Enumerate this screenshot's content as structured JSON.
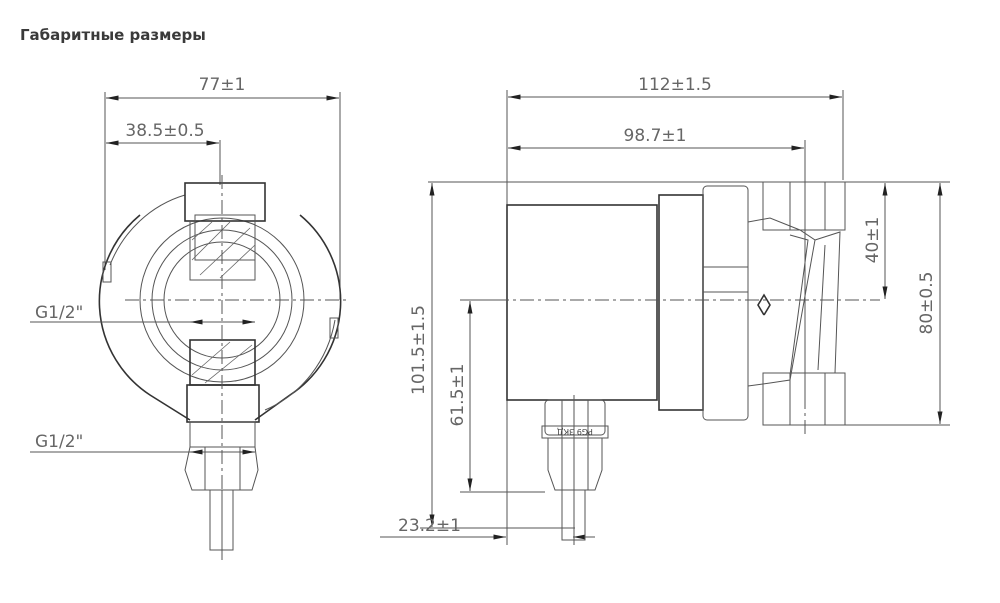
{
  "title": "Габаритные размеры",
  "front_view": {
    "dims": {
      "width": "77±1",
      "half_width": "38.5±0.5"
    },
    "thread_top": "G1/2\"",
    "thread_bottom": "G1/2\""
  },
  "side_view": {
    "dims": {
      "length": "112±1.5",
      "length_to_axis": "98.7±1",
      "height": "101.5±1.5",
      "axis_height": "61.5±1",
      "pipe_half": "40±1",
      "pipe_height": "80±0.5",
      "cable_offset": "23.2±1"
    },
    "gland_label": "PG9 ЗКД"
  },
  "colors": {
    "line": "#555555",
    "text": "#666666",
    "title": "#3a3a3a"
  }
}
